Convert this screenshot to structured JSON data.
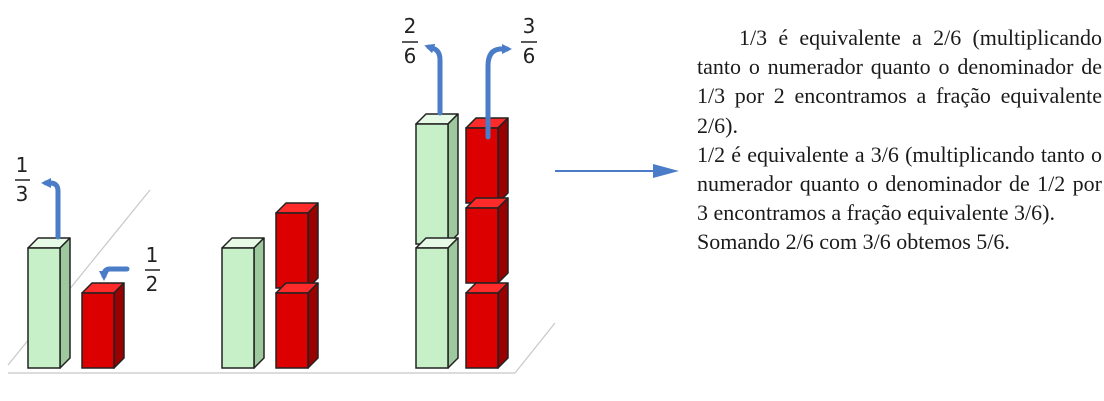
{
  "colors": {
    "green_face": "#c8f0c8",
    "green_top": "#e6fae6",
    "green_side": "#9ec89e",
    "red_face": "#dd0000",
    "red_top": "#ff2a2a",
    "red_side": "#990000",
    "arrow": "#4a7cc7",
    "outline": "#222222",
    "floor_line": "#c8c8c8"
  },
  "labels": {
    "third": {
      "num": "1",
      "den": "3"
    },
    "half": {
      "num": "1",
      "den": "2"
    },
    "two_sixths": {
      "num": "2",
      "den": "6"
    },
    "three_sixths": {
      "num": "3",
      "den": "6"
    }
  },
  "explanation": {
    "p1": "1/3 é equivalente a 2/6 (multiplicando tanto o numerador quanto o denominador de 1/3 por 2 encontramos a fração equivalente 2/6).",
    "p2": "1/2 é equivalente a 3/6 (multiplicando tanto o numerador quanto o denominador de 1/2 por 3 encontramos a fração equivalente 3/6).",
    "p3": "Somando 2/6 com 3/6 obtemos 5/6."
  }
}
